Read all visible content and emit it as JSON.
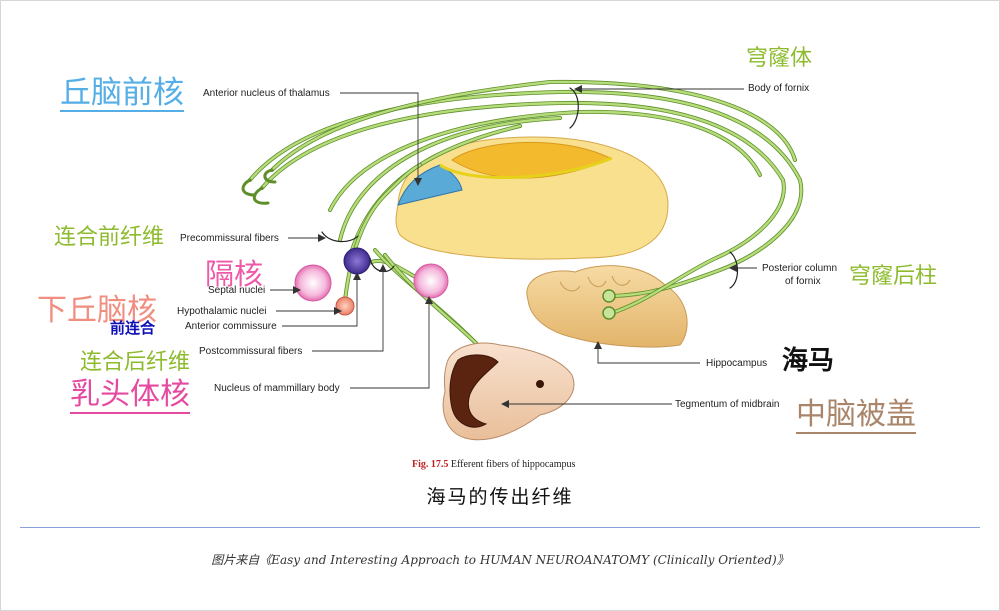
{
  "labels_en": {
    "anterior_nucleus": "Anterior nucleus of thalamus",
    "body_of_fornix": "Body of fornix",
    "precommissural": "Precommissural fibers",
    "septal": "Septal nuclei",
    "hypothalamic": "Hypothalamic nuclei",
    "anterior_commissure": "Anterior commissure",
    "postcommissural": "Postcommissural fibers",
    "mammillary": "Nucleus of mammillary body",
    "posterior_column_1": "Posterior column",
    "posterior_column_2": "of fornix",
    "hippocampus": "Hippocampus",
    "tegmentum": "Tegmentum of midbrain"
  },
  "labels_cn": {
    "fornix_body": "穹窿体",
    "anterior_thalamic": "丘脑前核",
    "precommissural": "连合前纤维",
    "septal": "隔核",
    "hypothalamic": "下丘脑核",
    "anterior_commissure": "前连合",
    "postcommissural": "连合后纤维",
    "mammillary": "乳头体核",
    "fornix_posterior": "穹窿后柱",
    "hippocampus": "海马",
    "tegmentum": "中脑被盖"
  },
  "caption": {
    "fig_number": "Fig. 17.5",
    "fig_text": "Efferent fibers of hippocampus"
  },
  "subtitle": "海马的传出纤维",
  "source": "图片来自《Easy and Interesting Approach to HUMAN NEUROANATOMY (Clinically Oriented)》",
  "colors": {
    "fiber_green": "#9cc95a",
    "fiber_dark": "#5e8f2a",
    "thalamus_orange": "#f3ba2e",
    "thalamus_beige": "#f8e08f",
    "anterior_nucleus_blue": "#5aaad8",
    "hippocampus_tan": "#eec985",
    "nucleus_pink": "#f2a3cf",
    "nucleus_purple": "#6c4fb8"
  }
}
